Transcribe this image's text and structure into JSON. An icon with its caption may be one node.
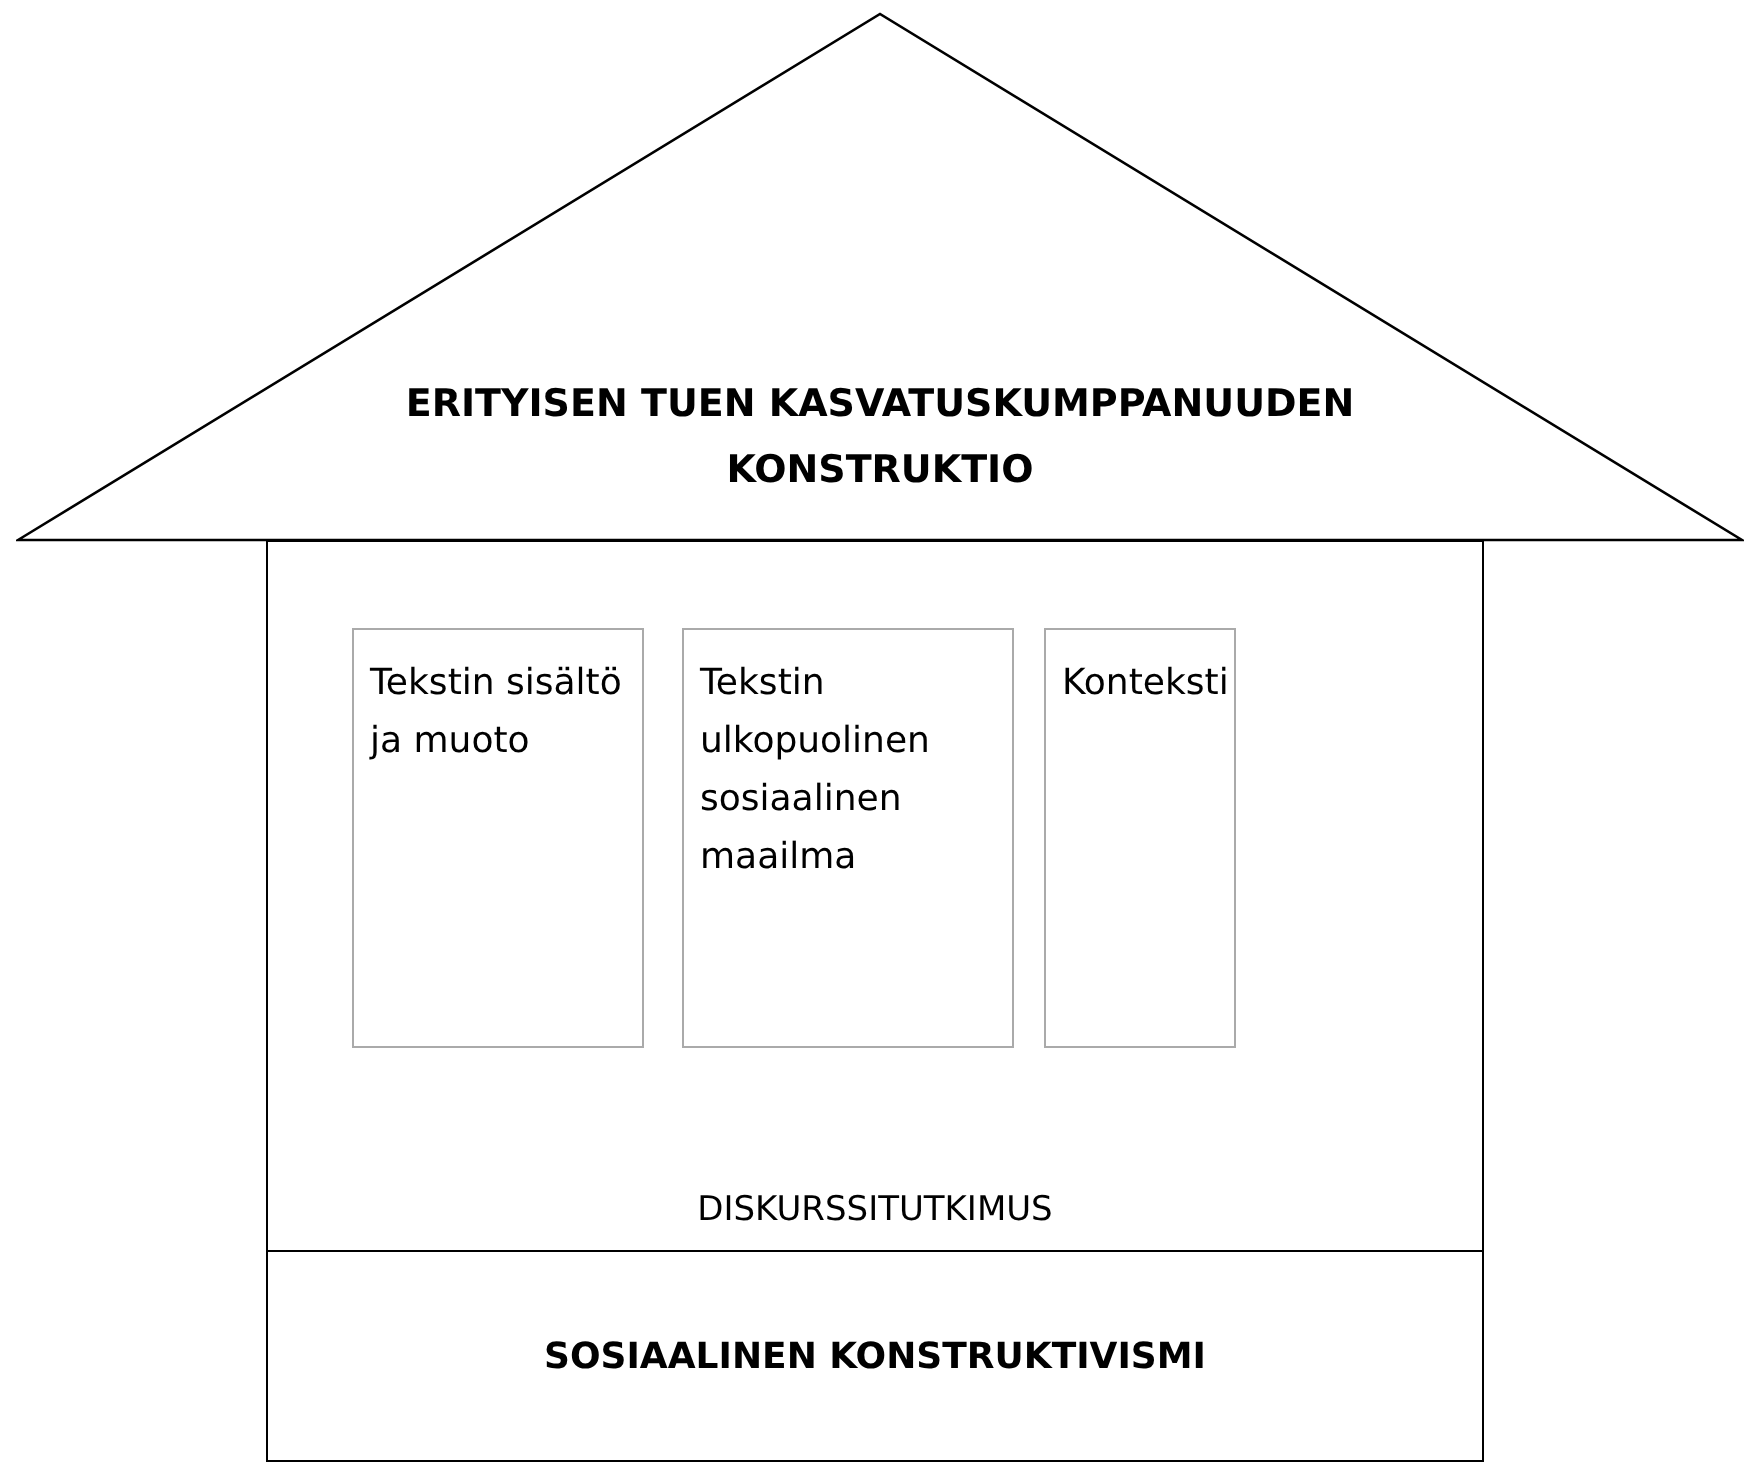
{
  "diagram": {
    "nodes": [
      {
        "text": [
          "ERITYISEN TUEN KASVATUSKUMPPANUUDEN KONSTRUKTIO"
        ]
      },
      {
        "text": [
          "DISKURSSITUTKIMUS"
        ]
      },
      {
        "text": [
          "Tekstin sisältö ja muoto"
        ],
        "in": 1
      },
      {
        "text": [
          "Tekstin ulkopuolinen sosiaalinen maailma"
        ],
        "in": 1
      },
      {
        "text": [
          "Konteksti"
        ],
        "in": 1
      },
      {
        "text": [
          "SOSIAALINEN KONSTRUKTIVISMI"
        ]
      }
    ],
    "edges": []
  }
}
